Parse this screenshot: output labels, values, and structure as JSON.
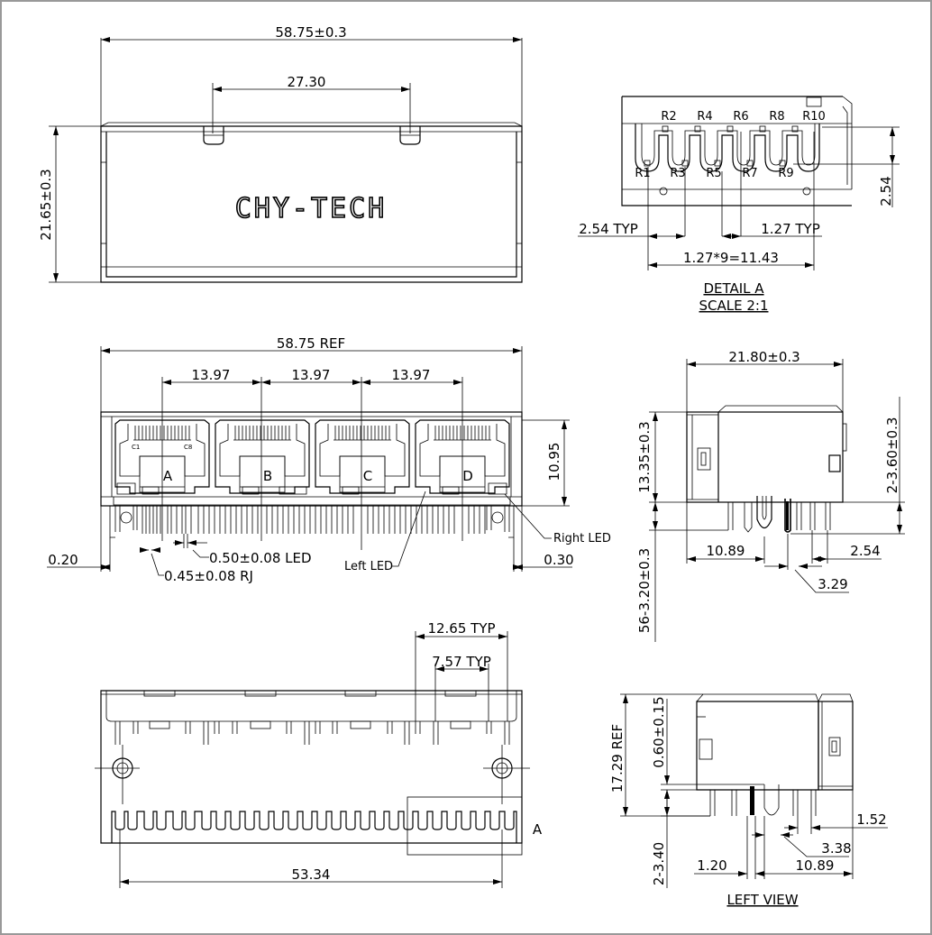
{
  "front_view": {
    "overall_width": "58.75±0.3",
    "tab_spacing": "27.30",
    "height": "21.65±0.3",
    "logo": "CHY-TECH"
  },
  "detail_a": {
    "pin_labels_top": [
      "R2",
      "R4",
      "R6",
      "R8",
      "R10"
    ],
    "pin_labels_bottom": [
      "R1",
      "R3",
      "R5",
      "R7",
      "R9"
    ],
    "typ_left": "2.54 TYP",
    "typ_right": "1.27 TYP",
    "span": "1.27*9=11.43",
    "row_offset": "2.54",
    "title": "DETAIL A",
    "scale": "SCALE 2:1"
  },
  "port_view": {
    "overall": "58.75 REF",
    "pitch": [
      "13.97",
      "13.97",
      "13.97"
    ],
    "height": "10.95",
    "ports": [
      "A",
      "B",
      "C",
      "D"
    ],
    "contact_labels": [
      "C1",
      "C8"
    ],
    "led_pin": "0.50±0.08 LED",
    "rj_pin": "0.45±0.08 RJ",
    "left_offset": "0.20",
    "right_offset": "0.30",
    "left_led": "Left LED",
    "right_led": "Right LED"
  },
  "side_view": {
    "depth": "21.80±0.3",
    "height": "13.35±0.3",
    "peg_length": "2-3.60±0.3",
    "pin_length": "56-3.20±0.3",
    "pin_offset": "10.89",
    "peg_spacing": "2.54",
    "peg_offset": "3.29"
  },
  "bottom_view": {
    "led_pitch": "12.65 TYP",
    "led_spacing": "7.57 TYP",
    "span": "53.34",
    "detail_ref": "A"
  },
  "left_view": {
    "overall_height": "17.29 REF",
    "step": "0.60±0.15",
    "peg_length": "2-3.40",
    "dim_152": "1.52",
    "dim_338": "3.38",
    "dim_120": "1.20",
    "dim_1089": "10.89",
    "title": "LEFT VIEW"
  }
}
